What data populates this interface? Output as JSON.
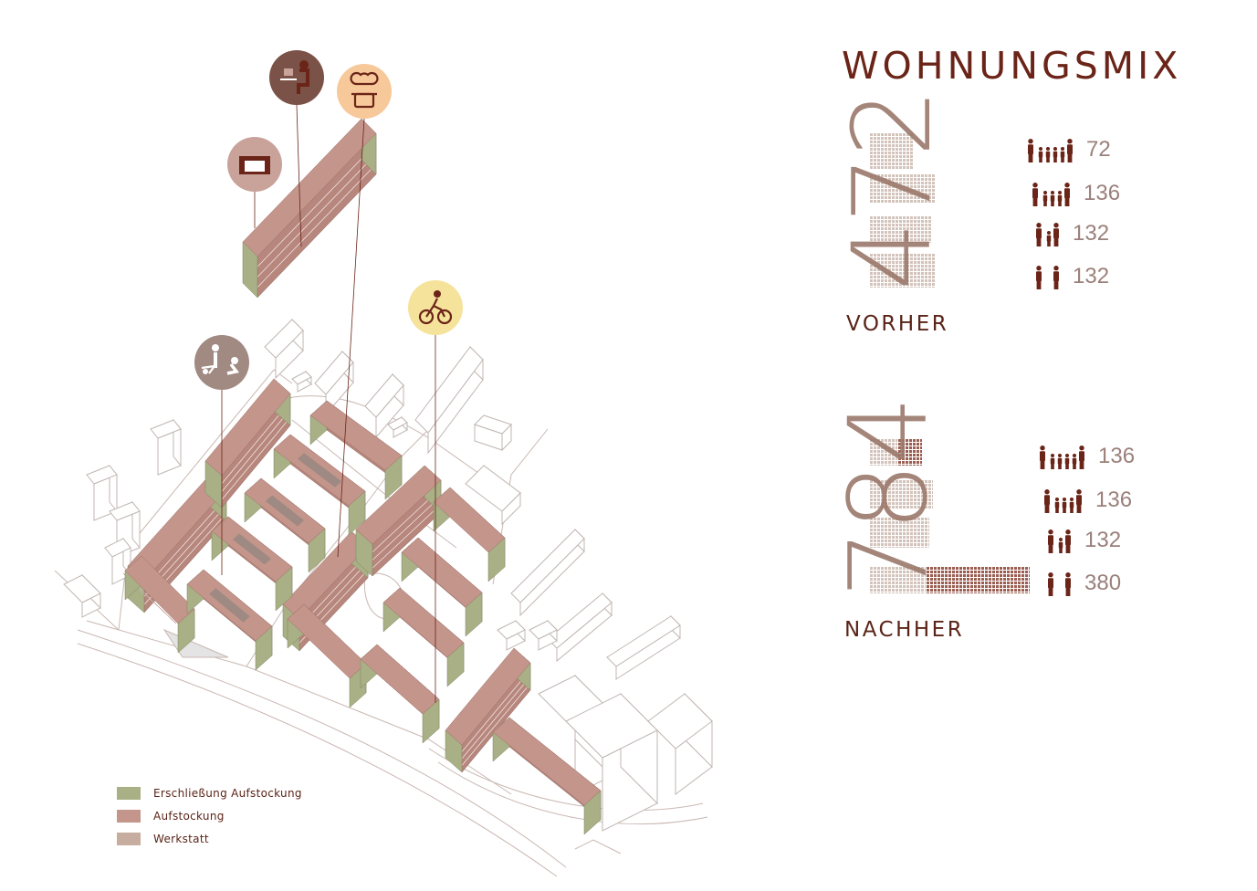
{
  "title": "WOHNUNGSMIX",
  "colors": {
    "erschliessung": "#a9b085",
    "aufstockung": "#c4958b",
    "werkstatt": "#c7aca0",
    "accent": "#6b2418",
    "number": "#9b786b"
  },
  "icons": [
    {
      "name": "home-office-icon",
      "color": "#7b5247"
    },
    {
      "name": "chef-cooking-icon",
      "color": "#f7c89a"
    },
    {
      "name": "sofa-icon",
      "color": "#c9a29a"
    },
    {
      "name": "cyclist-icon",
      "color": "#f5e39c"
    },
    {
      "name": "gardening-icon",
      "color": "#a08a82"
    }
  ],
  "vorher": {
    "label": "VORHER",
    "total": "472",
    "items": [
      {
        "household": "family-4-children",
        "count": "72",
        "new_fraction": 0
      },
      {
        "household": "family-3-children",
        "count": "136",
        "new_fraction": 0
      },
      {
        "household": "family-1-child",
        "count": "132",
        "new_fraction": 0
      },
      {
        "household": "couple",
        "count": "132",
        "new_fraction": 0
      }
    ]
  },
  "nachher": {
    "label": "NACHHER",
    "total": "784",
    "items": [
      {
        "household": "family-4-children",
        "count": "136",
        "new_fraction": 0.47
      },
      {
        "household": "family-3-children",
        "count": "136",
        "new_fraction": 0
      },
      {
        "household": "family-1-child",
        "count": "132",
        "new_fraction": 0
      },
      {
        "household": "couple",
        "count": "380",
        "new_fraction": 0.65
      }
    ]
  },
  "legend": [
    {
      "label": "Erschließung Aufstockung",
      "color": "#a9b085"
    },
    {
      "label": "Aufstockung",
      "color": "#c4958b"
    },
    {
      "label": "Werkstatt",
      "color": "#c7aca0"
    }
  ]
}
